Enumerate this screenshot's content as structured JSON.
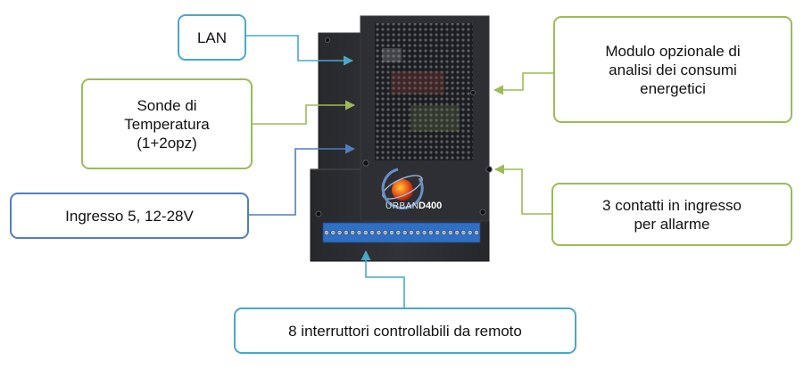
{
  "callouts": {
    "lan": {
      "label": "LAN"
    },
    "temperature": {
      "lines": [
        "Sonde di",
        "Temperatura",
        "(1+2opz)"
      ]
    },
    "power_input": {
      "label": "Ingresso 5, 12-28V"
    },
    "energy_module": {
      "lines": [
        "Modulo opzionale di",
        "analisi dei consumi",
        "energetici"
      ]
    },
    "alarm_contacts": {
      "lines": [
        "3 contatti in ingresso",
        "per allarme"
      ]
    },
    "switches": {
      "label": "8 interruttori controllabili da remoto"
    }
  },
  "device": {
    "brand_prefix": "URBAN",
    "brand_model": "D400"
  },
  "colors": {
    "light_blue": "#4aa8c8",
    "green": "#9bbb59",
    "navy": "#4f7fbd",
    "enclosure": "#2c2d31",
    "terminal_blue": "#2f6fc4"
  }
}
